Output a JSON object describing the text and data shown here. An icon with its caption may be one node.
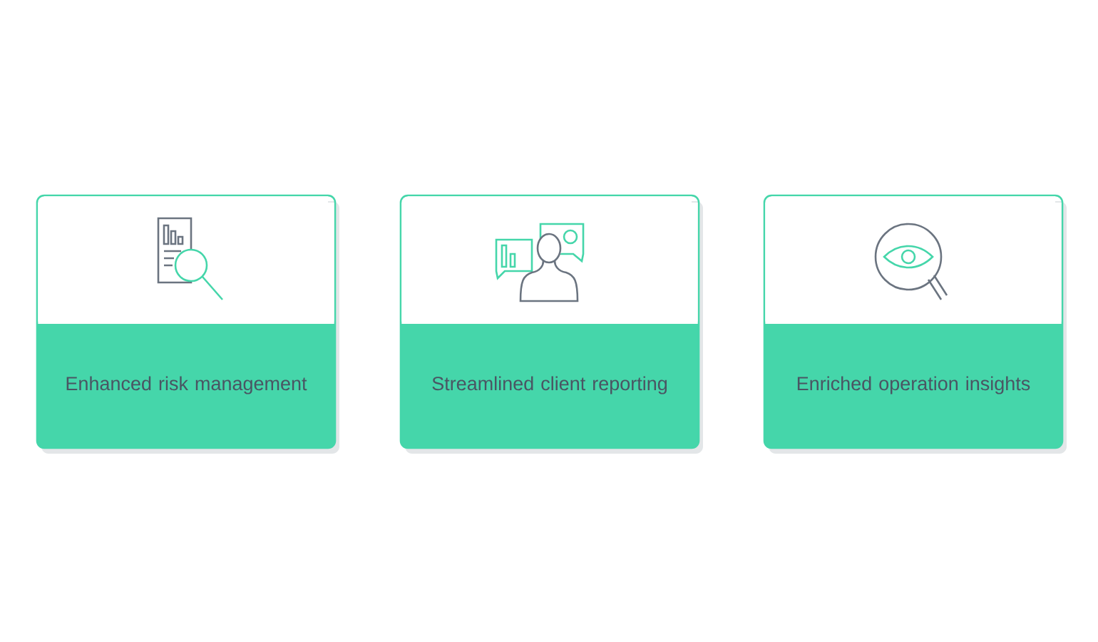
{
  "diagram": {
    "nodes": [
      {
        "text": [
          "Enhanced risk management"
        ]
      },
      {
        "text": [
          "Streamlined client reporting"
        ]
      },
      {
        "text": [
          "Enriched operation insights"
        ]
      }
    ]
  }
}
